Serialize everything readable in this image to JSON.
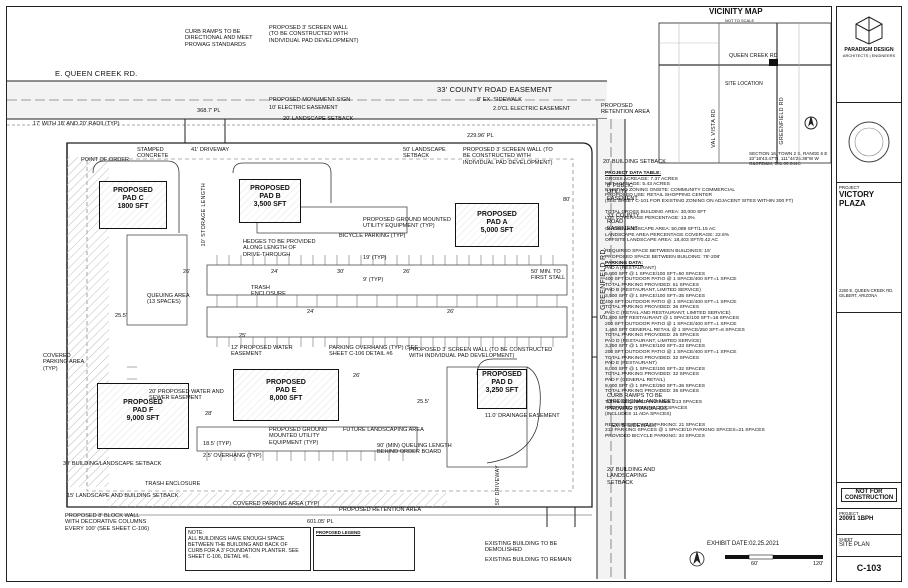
{
  "vicinity": {
    "title": "VICINITY MAP",
    "subtitle": "NOT TO SCALE",
    "road1": "QUEEN CREEK RD",
    "road2": "VAL VISTA RD",
    "road3": "GREENFIELD RD",
    "site": "SITE LOCATION"
  },
  "roads": {
    "queen_creek": "E. QUEEN CREEK RD.",
    "easement": "33' COUNTY ROAD EASEMENT",
    "greenfield": "S. GREENFIELD RD."
  },
  "pads": [
    {
      "id": "pad-c",
      "name": "PROPOSED\nPAD C",
      "area": "1800 SFT"
    },
    {
      "id": "pad-b",
      "name": "PROPOSED\nPAD B",
      "area": "3,500 SFT"
    },
    {
      "id": "pad-a",
      "name": "PROPOSED\nPAD A",
      "area": "5,000 SFT"
    },
    {
      "id": "pad-e",
      "name": "PROPOSED\nPAD E",
      "area": "8,000 SFT"
    },
    {
      "id": "pad-d",
      "name": "PROPOSED\nPAD D",
      "area": "3,250 SFT"
    },
    {
      "id": "pad-f",
      "name": "PROPOSED\nPAD F",
      "area": "9,000 SFT"
    }
  ],
  "callouts": [
    "CURB RAMPS TO BE\nDIRECTIONAL AND MEET\nPROWAG STANDARDS",
    "PROPOSED 3' SCREEN WALL\n(TO BE CONSTRUCTED WITH\nINDIVIDUAL PAD DEVELOPMENT)",
    "PROPOSED MONUMENT SIGN",
    "10' ELECTRIC EASEMENT",
    "8' EX. SIDEWALK",
    "2.0'CL ELECTRIC EASEMENT",
    "PROPOSED\nRETENTION AREA",
    "20' LANDSCAPE SETBACK",
    "POINT OF ORDER",
    "STAMPED\nCONCRETE",
    "41' DRIVEWAY",
    "20' BUILDING SETBACK",
    "50' LANDSCAPE\nSETBACK",
    "PROPOSED 3' SCREEN WALL (TO\nBE CONSTRUCTED WITH\nINDIVIDUAL PAD DEVELOPMENT)",
    "PROPOSED GROUND MOUNTED\nUTILITY EQUIPMENT (TYP)",
    "BICYCLE PARKING (TYP)",
    "HEDGES TO BE PROVIDED\nALONG LENGTH OF\nDRIVE-THROUGH",
    "TRASH\nENCLOSURE",
    "QUEUING AREA\n(13 SPACES)",
    "12' PROPOSED WATER\nEASEMENT",
    "PARKING OVERHANG (TYP) (SEE\nSHEET C-106 DETAIL #6",
    "PROPOSED 3' SCREEN WALL (TO BE CONSTRUCTED\nWITH INDIVIDUAL PAD DEVELOPMENT)",
    "20' PROPOSED WATER AND\nSEWER EASEMENT",
    "COVERED\nPARKING AREA\n(TYP)",
    "FUTURE LANDSCAPING AREA",
    "11.0' DRAINAGE EASEMENT",
    "PROPOSED GROUND\nMOUNTED UTILITY\nEQUIPMENT (TYP)",
    "90' (MIN) QUEUING LENGTH\nBEHIND ORDER BOARD",
    "TRASH ENCLOSURE",
    "30' BUILDING/LANDSCAPE SETBACK",
    "15' LANDSCAPE AND BUILDING SETBACK",
    "COVERED PARKING AREA (TYP)",
    "PROPOSED RETENTION AREA",
    "PROPOSED 8' BLOCK WALL\nWITH DECORATIVE COLUMNS\nEVERY 100' (SEE SHEET C-106)",
    "EXISTING BUILDING TO BE\nDEMOLISHED",
    "EXISTING BUILDING TO REMAIN",
    "20' BUILDING AND\nLANDSCAPING\nSETBACK",
    "CURB RAMPS TO BE\nDIRECTIONAL AND MEET\nPROWAG STANDARDS",
    "8' PUBLIC\nUTILITY\nEASEMENT",
    "33' COUNTY\nROAD\nEASEMENT",
    "50' MIN. TO\nFIRST STALL",
    "EX. 8' SIDEWALK",
    "50' DRIVEWAY"
  ],
  "project_data": {
    "header": "PROJECT DATA TABLE:",
    "lines": [
      "GROSS ACREAGE: 7.37 ACRES",
      "NET ACREAGE: 5.43 ACRES",
      "EXISTING ZONING ONSITE: COMMUNITY COMMERCIAL",
      "PROPOSED USE: RETAIL SHOPPING CENTER",
      "(SEE SHEET C-101 FOR EXISTING ZONING ON ADJACENT SITES WITHIN 300 FT)",
      "",
      "TOTAL GROSS BUILDING AREA:                    30,000 SFT",
      "LOT COVERAGE PERCENTAGE:                       13.0%",
      "",
      "ONSITE LANDSCAPE AREA:                         50,089 SFT/1.15 AC",
      "LANDSCAPE AREA PERCENTAGE COVERAGE:           22.6%",
      "OFFSITE LANDSCAPE AREA:                        18,403 SFT/0.42 AC",
      "",
      "REQUIRED SPACE BETWEEN BUILDINGS:             15'",
      "PROPOSED SPACE BETWEEN BUILDING:              78'-208'"
    ],
    "parking_header": "PARKING DATA:",
    "parking": [
      "PAD A (RESTAURANT)",
      "5,000 SFT @ 1 SPACE/100 SFT=50 SPACES",
      "400 SFT OUTDOOR PATIO @ 1 SPACE/400 SFT=1 SPACE",
      "TOTAL PARKING PROVIDED: 51 SPACES",
      "PAD B (RESTAURANT, LIMITED SERVICE)",
      "3,500 SFT @ 1 SPACE/100 SFT=35 SPACES",
      "400 SFT OUTDOOR PATIO @ 1 SPACE/400 SFT=1 SPACE",
      "TOTAL PARKING PROVIDED: 36 SPACES",
      "PAD C (RETAIL AND RESTAURANT, LIMITED SERVICE)",
      "1,800 SFT RESTAURANT @ 1 SPACE/100 SFT=18 SPACES",
      "200 SFT OUTDOOR PATIO @ 1 SPACE/400 SFT=1 SPACE",
      "1,450 SFT GENERAL RETAIL @ 1 SPACE/250 SFT=6 SPACES",
      "TOTAL PARKING PROVIDED: 25 SPACES",
      "PAD D (RESTAURANT, LIMITED SERVICE)",
      "3,250 SFT @ 1 SPACE/100 SFT=33 SPACES",
      "200 SFT OUTDOOR PATIO @ 1 SPACE/400 SFT=1 SPACE",
      "TOTAL PARKING PROVIDED: 32 SPACES",
      "PAD E (RESTAURANT)",
      "8,000 SFT @ 1 SPACE/100 SFT=32 SPACES",
      "TOTAL PARKING PROVIDED: 32 SPACES",
      "PAD F (GENERAL RETAIL)",
      "9,000 SFT @ 1 SPACE/250 SFT=36 SPACES",
      "TOTAL PARKING PROVIDED: 36 SPACES",
      "",
      "TOTAL REQUIRED PARKING: 213 SPACES",
      "PROPOSED PARKING: 213 SPACES",
      "(INCLUDES 11 ADA SPACES)",
      "",
      "REQUIRED BICYCLE PARKING: 21 SPACES",
      "212 PARKING SPACES @ 1 SPACE/10 PARKING SPACES=21 SPACES",
      "PROVIDED BICYCLE PARKING: 34 SPACES"
    ]
  },
  "section": "SECTION 16, TOWN 2 S, RANGE 6 E\n33°18'43.47\"N, 111°44'25.39\"W W\nG&SRB&M, 581.06.044C",
  "notes": "NOTE:\nALL BUILDINGS HAVE ENOUGH SPACE\nBETWEEN THE BUILDING AND BACK OF\nCURB FOR A 3' FOUNDATION PLANTER. SEE\nSHEET C-106, DETAIL #6.",
  "legend_title": "PROPOSED LEGEND",
  "exhibit_date": "EXHIBIT DATE:02.25.2021",
  "scale": {
    "a": "60'",
    "b": "120'"
  },
  "title_block": {
    "firm": "PARADIGM DESIGN",
    "firm_sub": "ARCHITECTS | ENGINEERS",
    "project_label": "PROJECT",
    "project_name": "VICTORY\nPLAZA",
    "address": "2260 E. QUEEN CREEK RD.\nGILBERT, ARIZONA",
    "not_for": "NOT FOR\nCONSTRUCTION",
    "project_no_label": "PROJECT",
    "project_no": "20091 1BPH",
    "sheet_label": "SHEET",
    "sheet_title": "SITE PLAN",
    "sheet_no": "C-103"
  },
  "dims": [
    "17' WITH 18' AND 20' RADII (TYP)",
    "368.7' PL",
    "229.96' PL",
    "601.05' PL",
    "10' STORAGE LENGTH",
    "24'",
    "26'",
    "30'",
    "26'",
    "24'",
    "26'",
    "19' (TYP)",
    "9' (TYP)",
    "25.5'",
    "18.5' (TYP)",
    "2.5' OVERHANG (TYP)",
    "28'",
    "26'",
    "80'",
    "25.5'",
    "25'"
  ]
}
